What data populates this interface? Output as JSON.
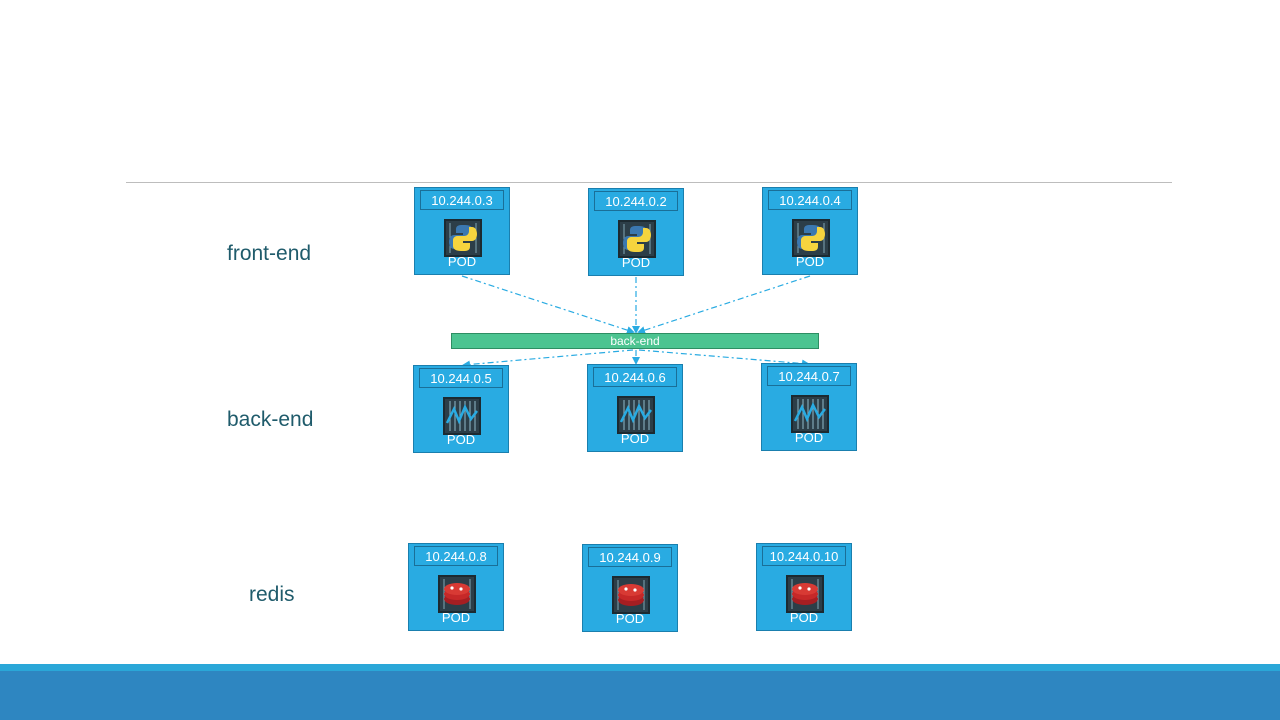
{
  "tiers": {
    "frontend_label": "front-end",
    "backend_label": "back-end",
    "redis_label": "redis"
  },
  "service": {
    "label": "back-end"
  },
  "pod_label": "POD",
  "frontend_pods": [
    {
      "ip": "10.244.0.3",
      "icon": "python-icon"
    },
    {
      "ip": "10.244.0.2",
      "icon": "python-icon"
    },
    {
      "ip": "10.244.0.4",
      "icon": "python-icon"
    }
  ],
  "backend_pods": [
    {
      "ip": "10.244.0.5",
      "icon": "app-icon"
    },
    {
      "ip": "10.244.0.6",
      "icon": "app-icon"
    },
    {
      "ip": "10.244.0.7",
      "icon": "app-icon"
    }
  ],
  "redis_pods": [
    {
      "ip": "10.244.0.8",
      "icon": "redis-icon"
    },
    {
      "ip": "10.244.0.9",
      "icon": "redis-icon"
    },
    {
      "ip": "10.244.0.10",
      "icon": "redis-icon"
    }
  ],
  "colors": {
    "pod": "#29abe2",
    "service": "#4cc491",
    "edge": "#29abe2",
    "footer": "#2e86c1"
  }
}
